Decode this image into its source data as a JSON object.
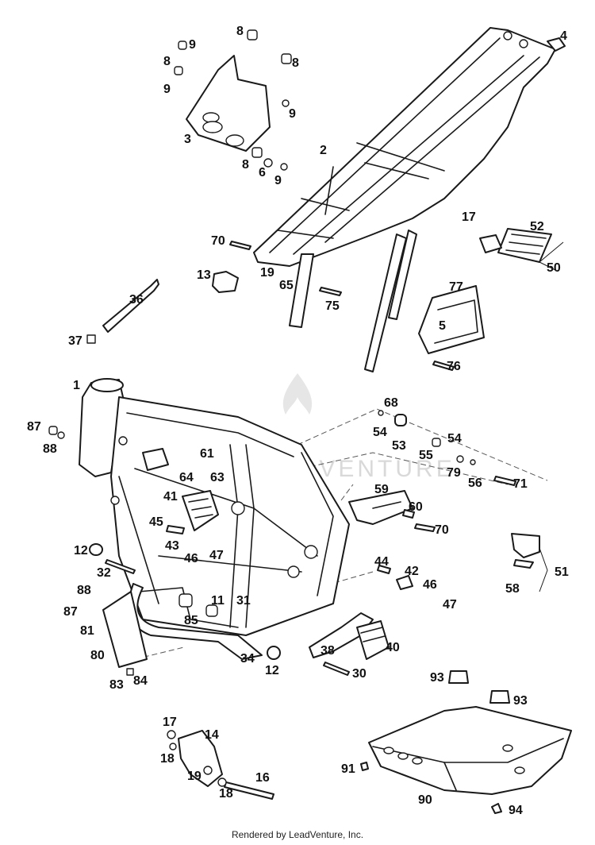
{
  "watermark": "LEADVENTURE",
  "footer": "Rendered by LeadVenture, Inc.",
  "callouts": [
    "1",
    "2",
    "3",
    "4",
    "5",
    "6",
    "8",
    "8",
    "8",
    "8",
    "9",
    "9",
    "9",
    "9",
    "11",
    "12",
    "12",
    "13",
    "14",
    "16",
    "17",
    "17",
    "18",
    "18",
    "19",
    "19",
    "30",
    "31",
    "32",
    "34",
    "36",
    "37",
    "38",
    "40",
    "41",
    "42",
    "43",
    "44",
    "45",
    "46",
    "46",
    "47",
    "47",
    "50",
    "51",
    "52",
    "53",
    "54",
    "54",
    "55",
    "56",
    "58",
    "59",
    "60",
    "61",
    "63",
    "64",
    "65",
    "68",
    "70",
    "70",
    "71",
    "75",
    "76",
    "77",
    "79",
    "80",
    "81",
    "83",
    "84",
    "85",
    "87",
    "87",
    "88",
    "88",
    "90",
    "91",
    "93",
    "93",
    "94"
  ]
}
